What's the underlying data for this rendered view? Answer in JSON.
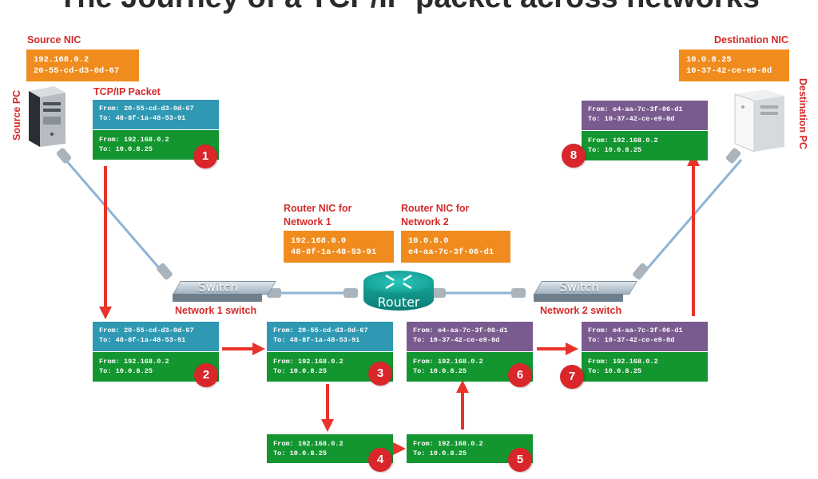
{
  "title": "The Journey of a TCP/IP packet across networks",
  "labels": {
    "source_nic": "Source NIC",
    "destination_nic": "Destination NIC",
    "tcpip_packet": "TCP/IP Packet",
    "source_pc": "Source PC",
    "destination_pc": "Destination PC",
    "router_nic_1": "Router NIC for Network 1",
    "router_nic_2": "Router NIC for Network 2",
    "network1_switch": "Network 1 switch",
    "network2_switch": "Network 2 switch",
    "switch": "Switch",
    "router": "Router"
  },
  "nics": {
    "source": {
      "ip": "192.168.0.2",
      "mac": "20-55-cd-d3-0d-67"
    },
    "destination": {
      "ip": "10.0.8.25",
      "mac": "10-37-42-ce-e9-8d"
    },
    "router1": {
      "ip": "192.168.0.0",
      "mac": "48-8f-1a-48-53-91"
    },
    "router2": {
      "ip": "10.0.8.0",
      "mac": "e4-aa-7c-3f-06-d1"
    }
  },
  "packets": {
    "p1": {
      "step": "1",
      "l2": [
        "From: 20-55-cd-d3-0d-67",
        "To: 48-8f-1a-48-53-91"
      ],
      "l3": [
        "From: 192.168.0.2",
        "To: 10.0.8.25"
      ]
    },
    "p2": {
      "step": "2",
      "l2": [
        "From: 20-55-cd-d3-0d-67",
        "To: 48-8f-1a-48-53-91"
      ],
      "l3": [
        "From: 192.168.0.2",
        "To: 10.0.8.25"
      ]
    },
    "p3": {
      "step": "3",
      "l2": [
        "From: 20-55-cd-d3-0d-67",
        "To: 48-8f-1a-48-53-91"
      ],
      "l3": [
        "From: 192.168.0.2",
        "To: 10.0.8.25"
      ]
    },
    "p4": {
      "step": "4",
      "l3": [
        "From: 192.168.0.2",
        "To: 10.0.8.25"
      ]
    },
    "p5": {
      "step": "5",
      "l3": [
        "From: 192.168.0.2",
        "To: 10.0.8.25"
      ]
    },
    "p6": {
      "step": "6",
      "l2": [
        "From: e4-aa-7c-3f-06-d1",
        "To: 10-37-42-ce-e9-8d"
      ],
      "l3": [
        "From: 192.168.0.2",
        "To: 10.0.8.25"
      ]
    },
    "p7": {
      "step": "7",
      "l2": [
        "From: e4-aa-7c-3f-06-d1",
        "To: 10-37-42-ce-e9-8d"
      ],
      "l3": [
        "From: 192.168.0.2",
        "To: 10.0.8.25"
      ]
    },
    "p8": {
      "step": "8",
      "l2": [
        "From: e4-aa-7c-3f-06-d1",
        "To: 10-37-42-ce-e9-8d"
      ],
      "l3": [
        "From: 192.168.0.2",
        "To: 10.0.8.25"
      ]
    }
  },
  "colors": {
    "label_red": "#d42a2a",
    "nic_orange": "#f08c1e",
    "frame_blue": "#2f99b3",
    "frame_purple": "#7a5b8f",
    "ip_green": "#13962f",
    "arrow_red": "#e8332a",
    "cable_blue": "#8fb3d6"
  }
}
